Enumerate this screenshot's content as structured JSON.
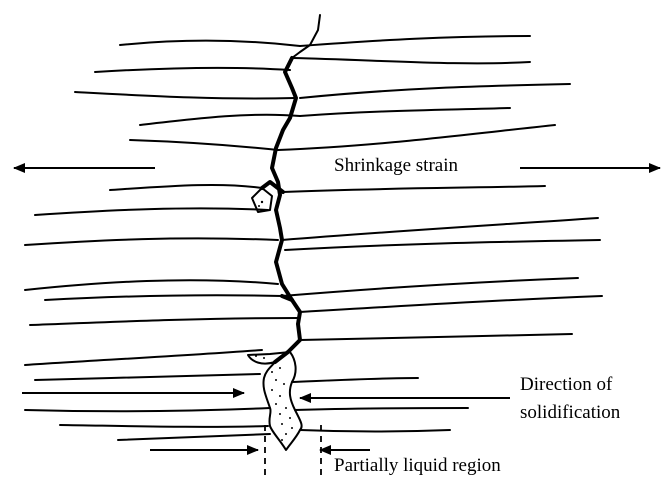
{
  "labels": {
    "shrinkage": "Shrinkage strain",
    "direction_line1": "Direction of",
    "direction_line2": "solidification",
    "partial": "Partially liquid region"
  }
}
